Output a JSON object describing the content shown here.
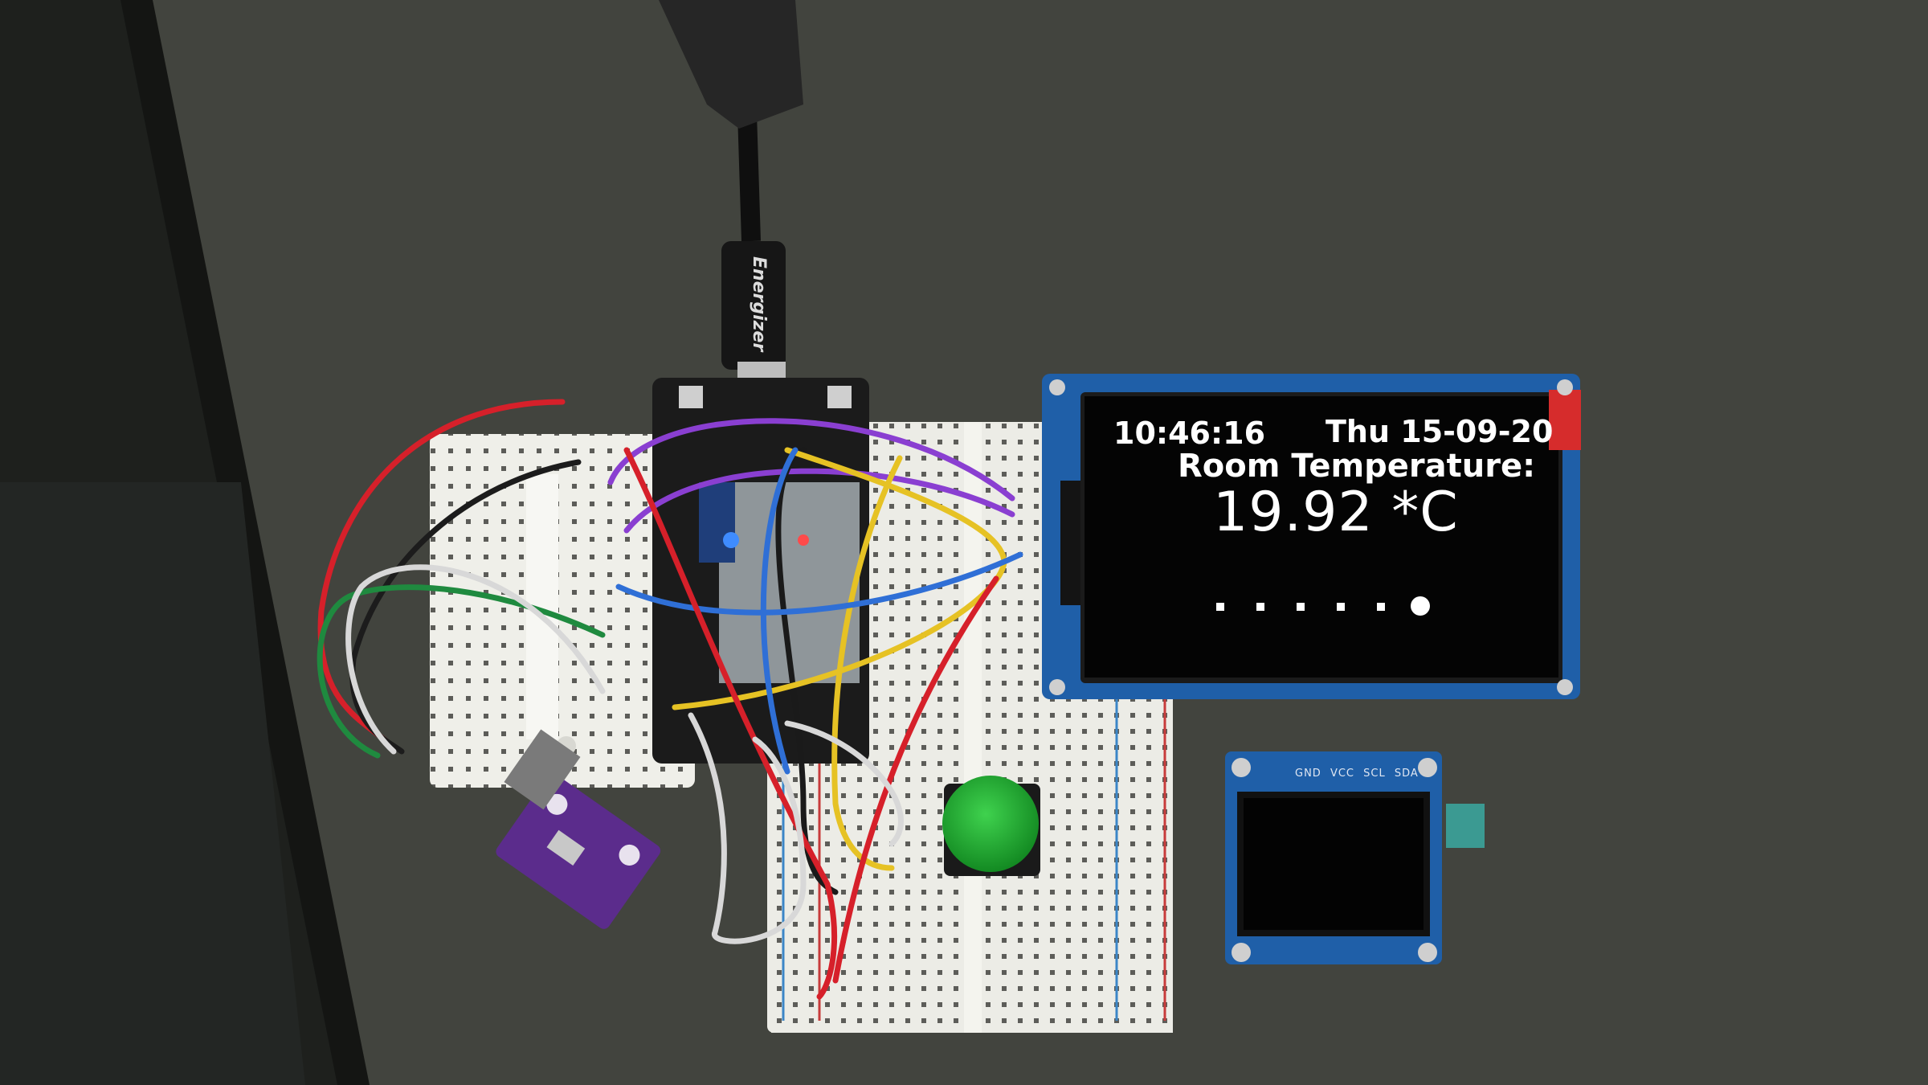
{
  "oled_large": {
    "time": "10:46:16",
    "date": "Thu 15-09-20",
    "title": "Room Temperature:",
    "reading": "19.92 *C"
  },
  "cable": {
    "brand": "Energizer"
  },
  "oled_small": {
    "pins": [
      "GND",
      "VCC",
      "SCL",
      "SDA"
    ]
  },
  "colors": {
    "desk": "#3d3f39",
    "breadboard": "#eeeeea",
    "pcb_blue": "#1f5fa8",
    "button_green": "#1fa330",
    "sensor_purple": "#5b2c8c"
  },
  "icons": [
    "usb-cable-icon",
    "esp32-board-icon",
    "push-button-icon",
    "sensor-module-icon"
  ]
}
